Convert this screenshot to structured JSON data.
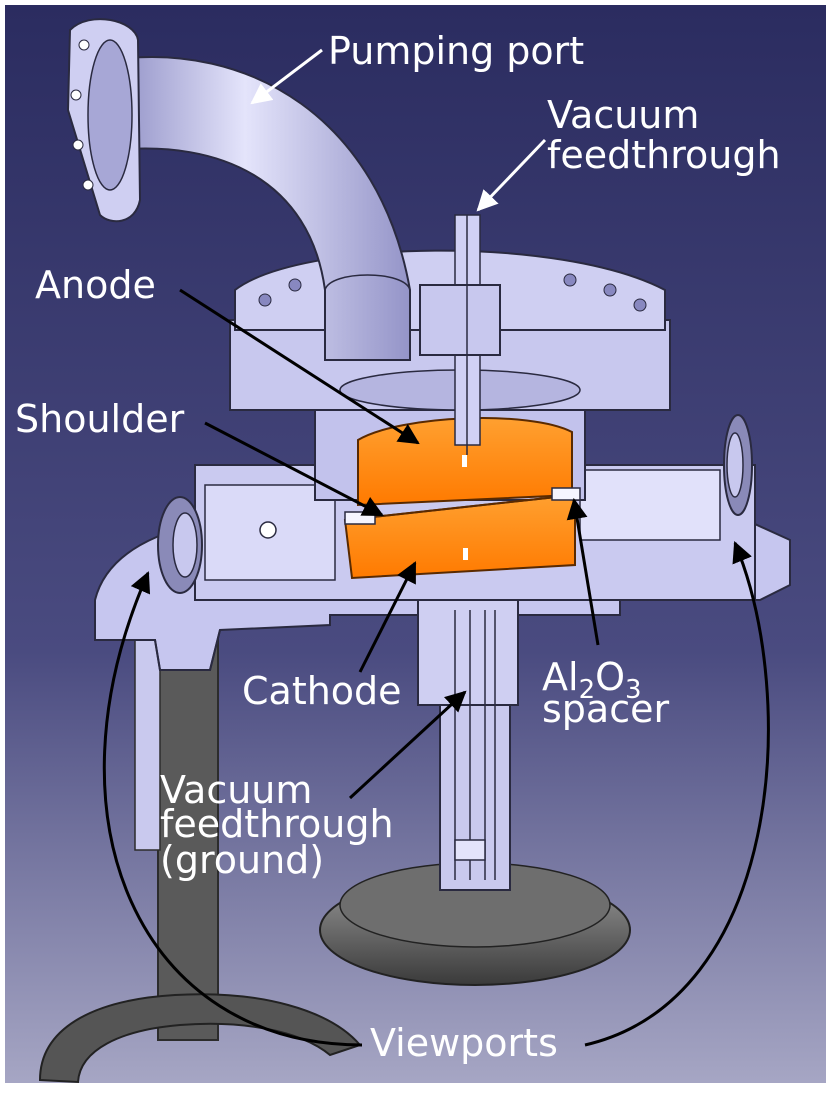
{
  "labels": {
    "pumping_port": "Pumping port",
    "vacuum_feedthrough_top_1": "Vacuum",
    "vacuum_feedthrough_top_2": "feedthrough",
    "anode": "Anode",
    "shoulder": "Shoulder",
    "cathode": "Cathode",
    "spacer_al": "Al",
    "spacer_sub2": "2",
    "spacer_o": "O",
    "spacer_sub3": "3",
    "spacer_word": "spacer",
    "vacuum_feedthrough_ground_1": "Vacuum",
    "vacuum_feedthrough_ground_2": "feedthrough",
    "vacuum_feedthrough_ground_3": "(ground)",
    "viewports": "Viewports"
  },
  "colors": {
    "background_top": "#2e2f63",
    "background_bottom": "#a4a4c2",
    "metal": "#c8c8f0",
    "metal_dark": "#9a9ad0",
    "electrode": "#ff8000",
    "leg": "#505050",
    "label_text": "#ffffff",
    "arrow_white": "#ffffff",
    "arrow_black": "#000000"
  }
}
